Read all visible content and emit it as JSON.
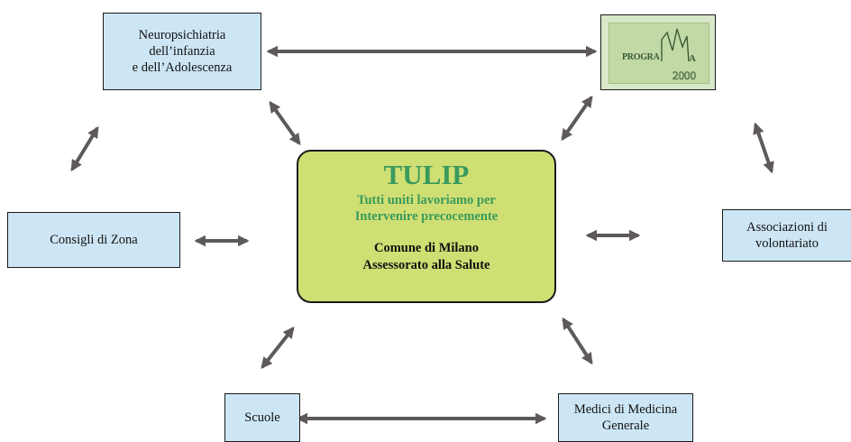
{
  "center": {
    "title": "TULIP",
    "subtitle": "Tutti uniti lavoriamo per\nIntervenire precocemente",
    "org": "Comune di Milano\nAssessorato alla Salute"
  },
  "nodes": {
    "neuro": "Neuropsichiatria\ndell’infanzia\ne dell’Adolescenza",
    "programma": "PROGRAMMA 2000",
    "consigli": "Consigli di Zona",
    "associazioni": "Associazioni di\nvolontariato",
    "scuole": "Scuole",
    "medici": "Medici di Medicina\nGenerale"
  },
  "colors": {
    "center_fill": "#cfdf73",
    "node_fill": "#cde6f5",
    "title_green": "#3a9a5c",
    "arrow": "#5f5a5a"
  }
}
